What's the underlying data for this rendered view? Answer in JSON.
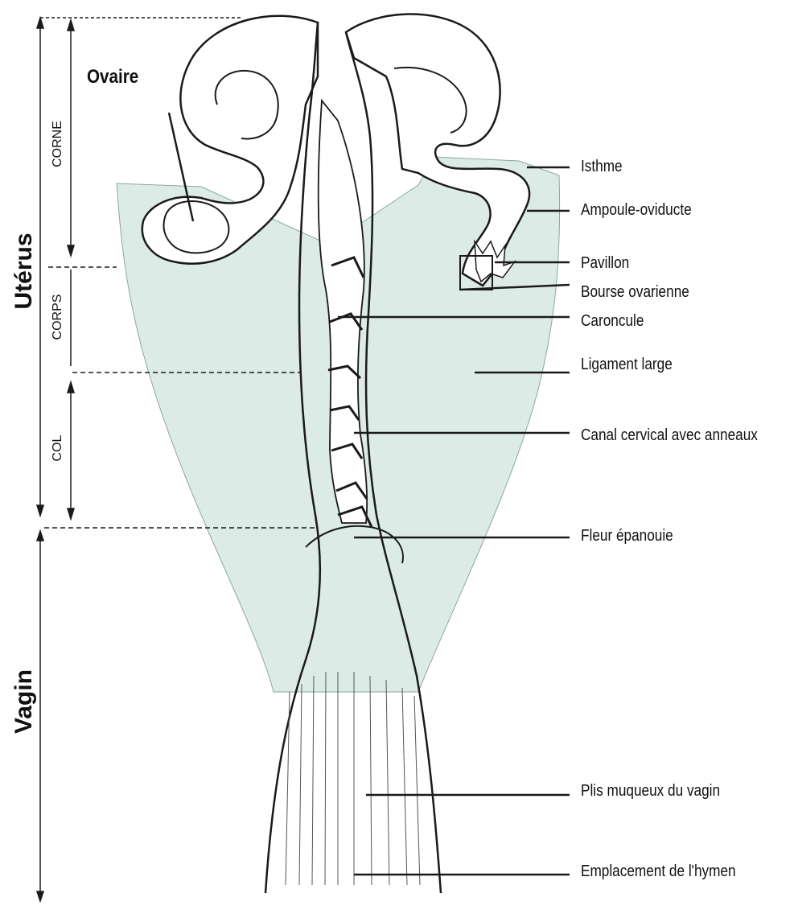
{
  "labels": {
    "ovaire": "Ovaire",
    "isthme": "Isthme",
    "ampoule": "Ampoule-oviducte",
    "pavillon": "Pavillon",
    "bourse": "Bourse ovarienne",
    "caroncule": "Caroncule",
    "ligament": "Ligament large",
    "canal": "Canal cervical avec anneaux",
    "fleur": "Fleur épanouie",
    "plis": "Plis muqueux du vagin",
    "hymen": "Emplacement de l'hymen"
  },
  "regions": {
    "uterus": "Utérus",
    "vagin": "Vagin",
    "corne": "CORNE",
    "corps": "CORPS",
    "col": "COL"
  },
  "colors": {
    "ligament_fill": "#dcebe6",
    "tissue_fill": "#ffffff",
    "ink": "#1a1a1a"
  }
}
